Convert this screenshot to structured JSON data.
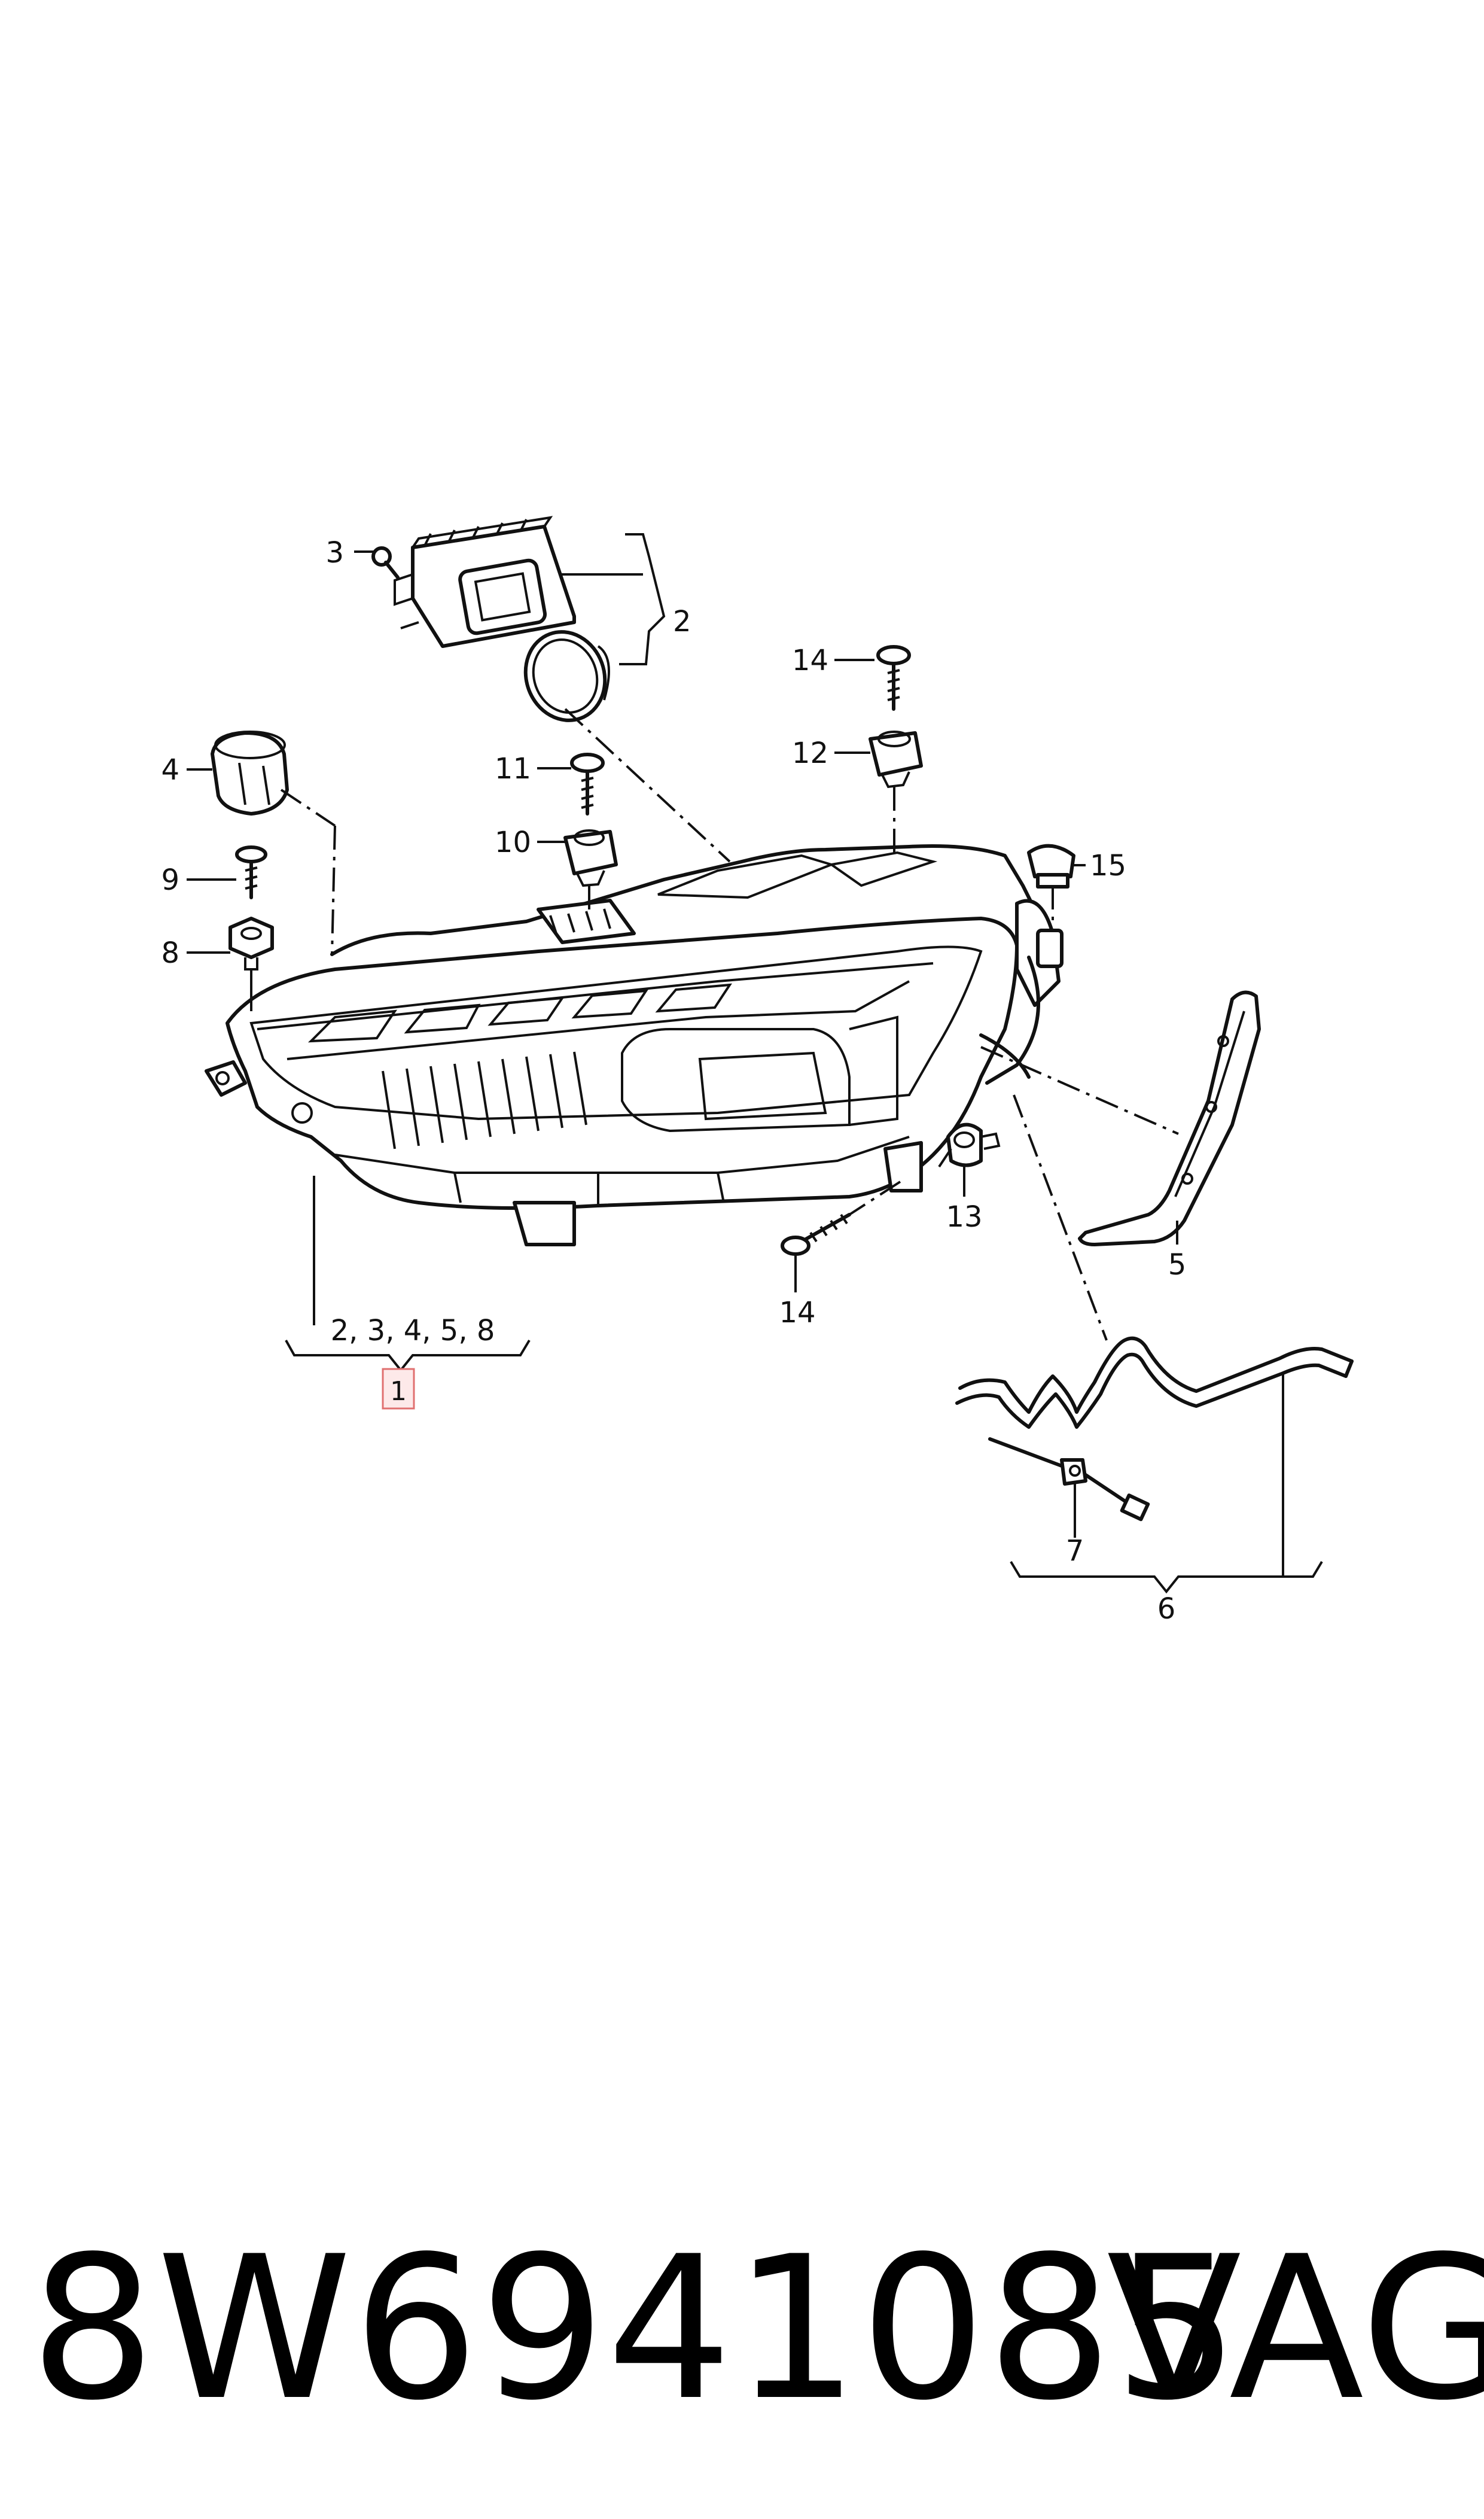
{
  "callouts": [
    {
      "id": "c3",
      "text": "3"
    },
    {
      "id": "c2",
      "text": "2"
    },
    {
      "id": "c14a",
      "text": "14"
    },
    {
      "id": "c12",
      "text": "12"
    },
    {
      "id": "c4",
      "text": "4"
    },
    {
      "id": "c11",
      "text": "11"
    },
    {
      "id": "c10",
      "text": "10"
    },
    {
      "id": "c15",
      "text": "15"
    },
    {
      "id": "c9",
      "text": "9"
    },
    {
      "id": "c8",
      "text": "8"
    },
    {
      "id": "c13",
      "text": "13"
    },
    {
      "id": "c14b",
      "text": "14"
    },
    {
      "id": "c5",
      "text": "5"
    },
    {
      "id": "c7",
      "text": "7"
    },
    {
      "id": "c6",
      "text": "6"
    }
  ],
  "group_label": "2, 3, 4, 5, 8",
  "main_item": "1",
  "part_number": "8W6941085",
  "brand": "VAG",
  "colors": {
    "line": "#111111",
    "highlight_border": "#e07070",
    "highlight_fill": "#fde9e9"
  }
}
